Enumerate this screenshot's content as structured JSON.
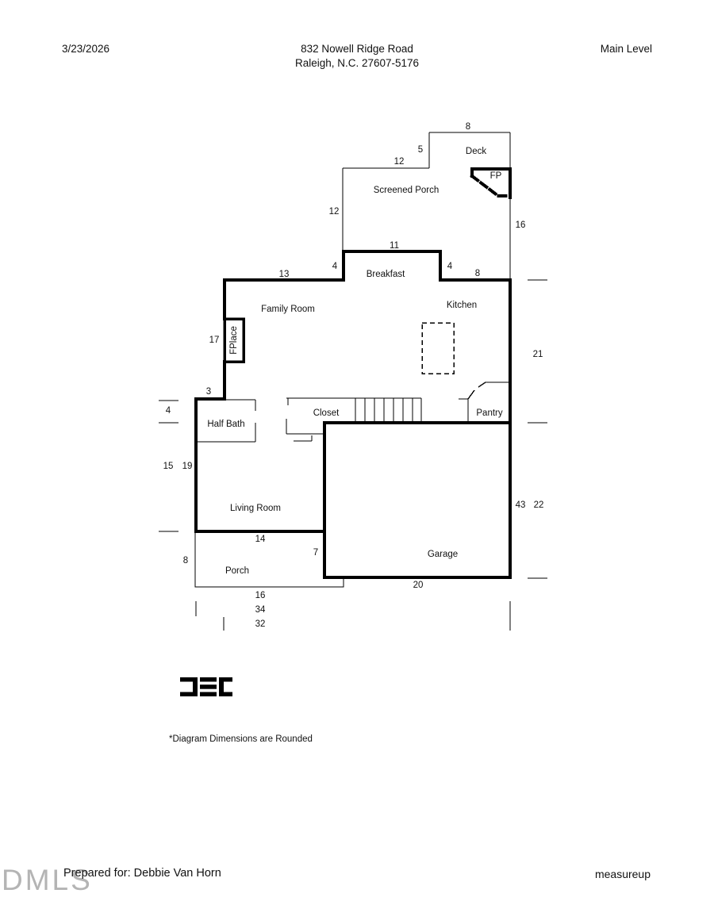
{
  "header": {
    "date": "3/23/2026",
    "address_line1": "832 Nowell Ridge Road",
    "address_line2": "Raleigh, N.C. 27607-5176",
    "level": "Main Level"
  },
  "rooms": {
    "deck": "Deck",
    "screened_porch": "Screened Porch",
    "fp": "FP",
    "breakfast": "Breakfast",
    "kitchen": "Kitchen",
    "family_room": "Family Room",
    "fplace": "FPlace",
    "half_bath": "Half Bath",
    "closet": "Closet",
    "pantry": "Pantry",
    "living_room": "Living Room",
    "garage": "Garage",
    "porch": "Porch"
  },
  "dimensions": {
    "deck_width": "8",
    "deck_depth": "5",
    "screened_porch_top": "12",
    "screened_porch_left": "12",
    "right_upper": "16",
    "breakfast_width": "11",
    "breakfast_left": "4",
    "breakfast_right": "4",
    "kitchen_top": "8",
    "family_room_top": "13",
    "family_room_left": "17",
    "right_mid": "21",
    "entry_step": "3",
    "left_small": "4",
    "left_lower_a": "15",
    "left_lower_b": "19",
    "right_lower_a": "43",
    "right_lower_b": "22",
    "living_bottom": "14",
    "porch_right": "7",
    "porch_left": "8",
    "garage_bottom": "20",
    "bottom_a": "16",
    "bottom_b": "34",
    "bottom_c": "32"
  },
  "notes": {
    "disclaimer": "*Diagram Dimensions are Rounded"
  },
  "footer": {
    "prepared_for": "Prepared for: Debbie Van Horn",
    "brand": "measureup",
    "watermark": "DMLS"
  },
  "colors": {
    "wall": "#000000",
    "background": "#ffffff",
    "watermark_gray": "#b4b4b4"
  }
}
